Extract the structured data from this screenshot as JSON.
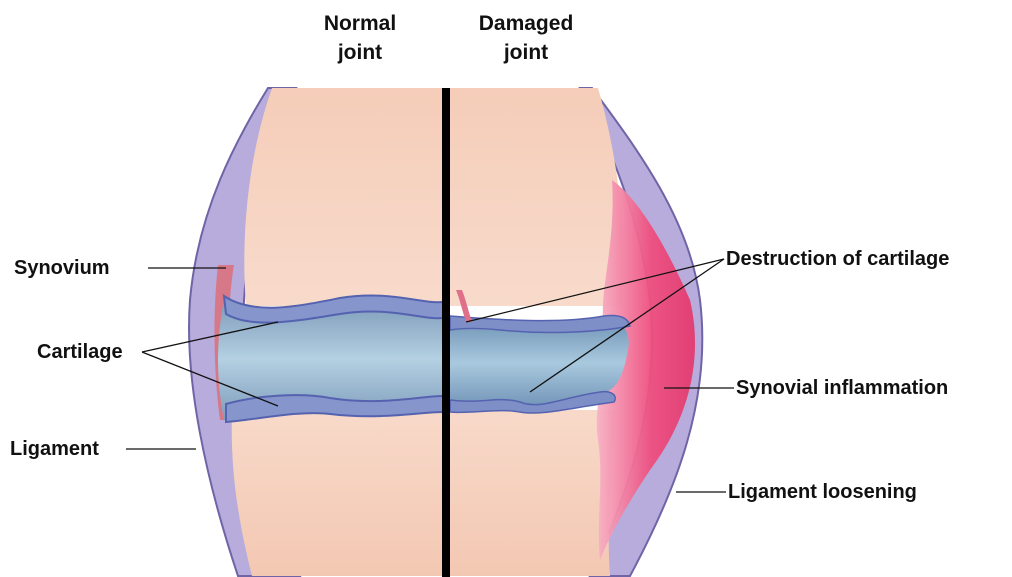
{
  "headers": {
    "normal_line1": "Normal",
    "normal_line2": "joint",
    "damaged_line1": "Damaged",
    "damaged_line2": "joint"
  },
  "labels": {
    "synovium": "Synovium",
    "cartilage": "Cartilage",
    "ligament": "Ligament",
    "destruction": "Destruction of cartilage",
    "inflammation": "Synovial inflammation",
    "loosening": "Ligament loosening"
  },
  "colors": {
    "bone": "#f6d2c0",
    "bone_shade": "#efc0ab",
    "cartilage": "#7e8fc7",
    "cartilage_edge": "#5562b0",
    "joint_fluid": "#8fb0cc",
    "capsule": "#9b8fc9",
    "capsule_edge": "#6f64a6",
    "synovium": "#d8707c",
    "inflammation": "#ea4f7d",
    "divider": "#000000",
    "leader_line": "#111111"
  }
}
